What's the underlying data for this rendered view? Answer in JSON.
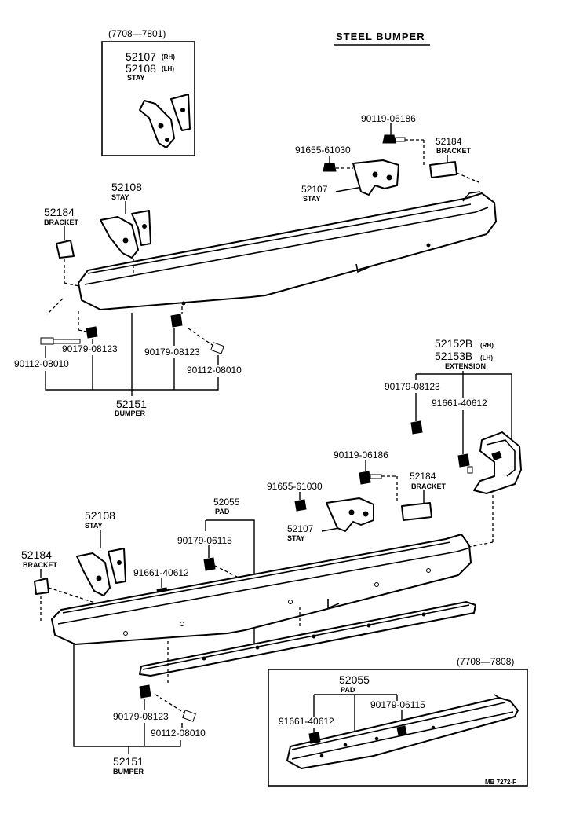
{
  "title": "STEEL BUMPER",
  "inset1": {
    "period": "(7708—7801)",
    "pn_rh": "52107",
    "rh": "(RH)",
    "pn_lh": "52108",
    "lh": "(LH)",
    "name": "STAY"
  },
  "upper": {
    "bolt_9011906186": "90119-06186",
    "bracket_pn_r": "52184",
    "bracket_name_r": "BRACKET",
    "bolt_9165561030": "91655-61030",
    "stay_pn_r": "52107",
    "stay_name_r": "STAY",
    "stay_pn_l": "52108",
    "stay_name_l": "STAY",
    "bracket_pn_l": "52184",
    "bracket_name_l": "BRACKET",
    "nut_a": "90179-08123",
    "bolt_a": "90112-08010",
    "nut_b": "90179-08123",
    "bolt_b": "90112-08010",
    "bumper_pn": "52151",
    "bumper_name": "BUMPER"
  },
  "extension": {
    "pn_rh": "52152B",
    "rh": "(RH)",
    "pn_lh": "52153B",
    "lh": "(LH)",
    "name": "EXTENSION",
    "nut": "90179-08123",
    "bolt": "91661-40612"
  },
  "lower": {
    "bolt_9011906186": "90119-06186",
    "bracket_pn_r": "52184",
    "bracket_name_r": "BRACKET",
    "bolt_9165561030": "91655-61030",
    "pad_pn": "52055",
    "pad_name": "PAD",
    "stay_pn_r": "52107",
    "stay_name_r": "STAY",
    "stay_pn_l": "52108",
    "stay_name_l": "STAY",
    "nut_pad": "90179-06115",
    "bolt_pad": "91661-40612",
    "bracket_pn_l": "52184",
    "bracket_name_l": "BRACKET",
    "nut": "90179-08123",
    "bolt": "90112-08010",
    "bumper_pn": "52151",
    "bumper_name": "BUMPER"
  },
  "inset2": {
    "period": "(7708—7808)",
    "pad_pn": "52055",
    "pad_name": "PAD",
    "bolt": "91661-40612",
    "nut": "90179-06115"
  },
  "footer_code": "MB 7272-F"
}
